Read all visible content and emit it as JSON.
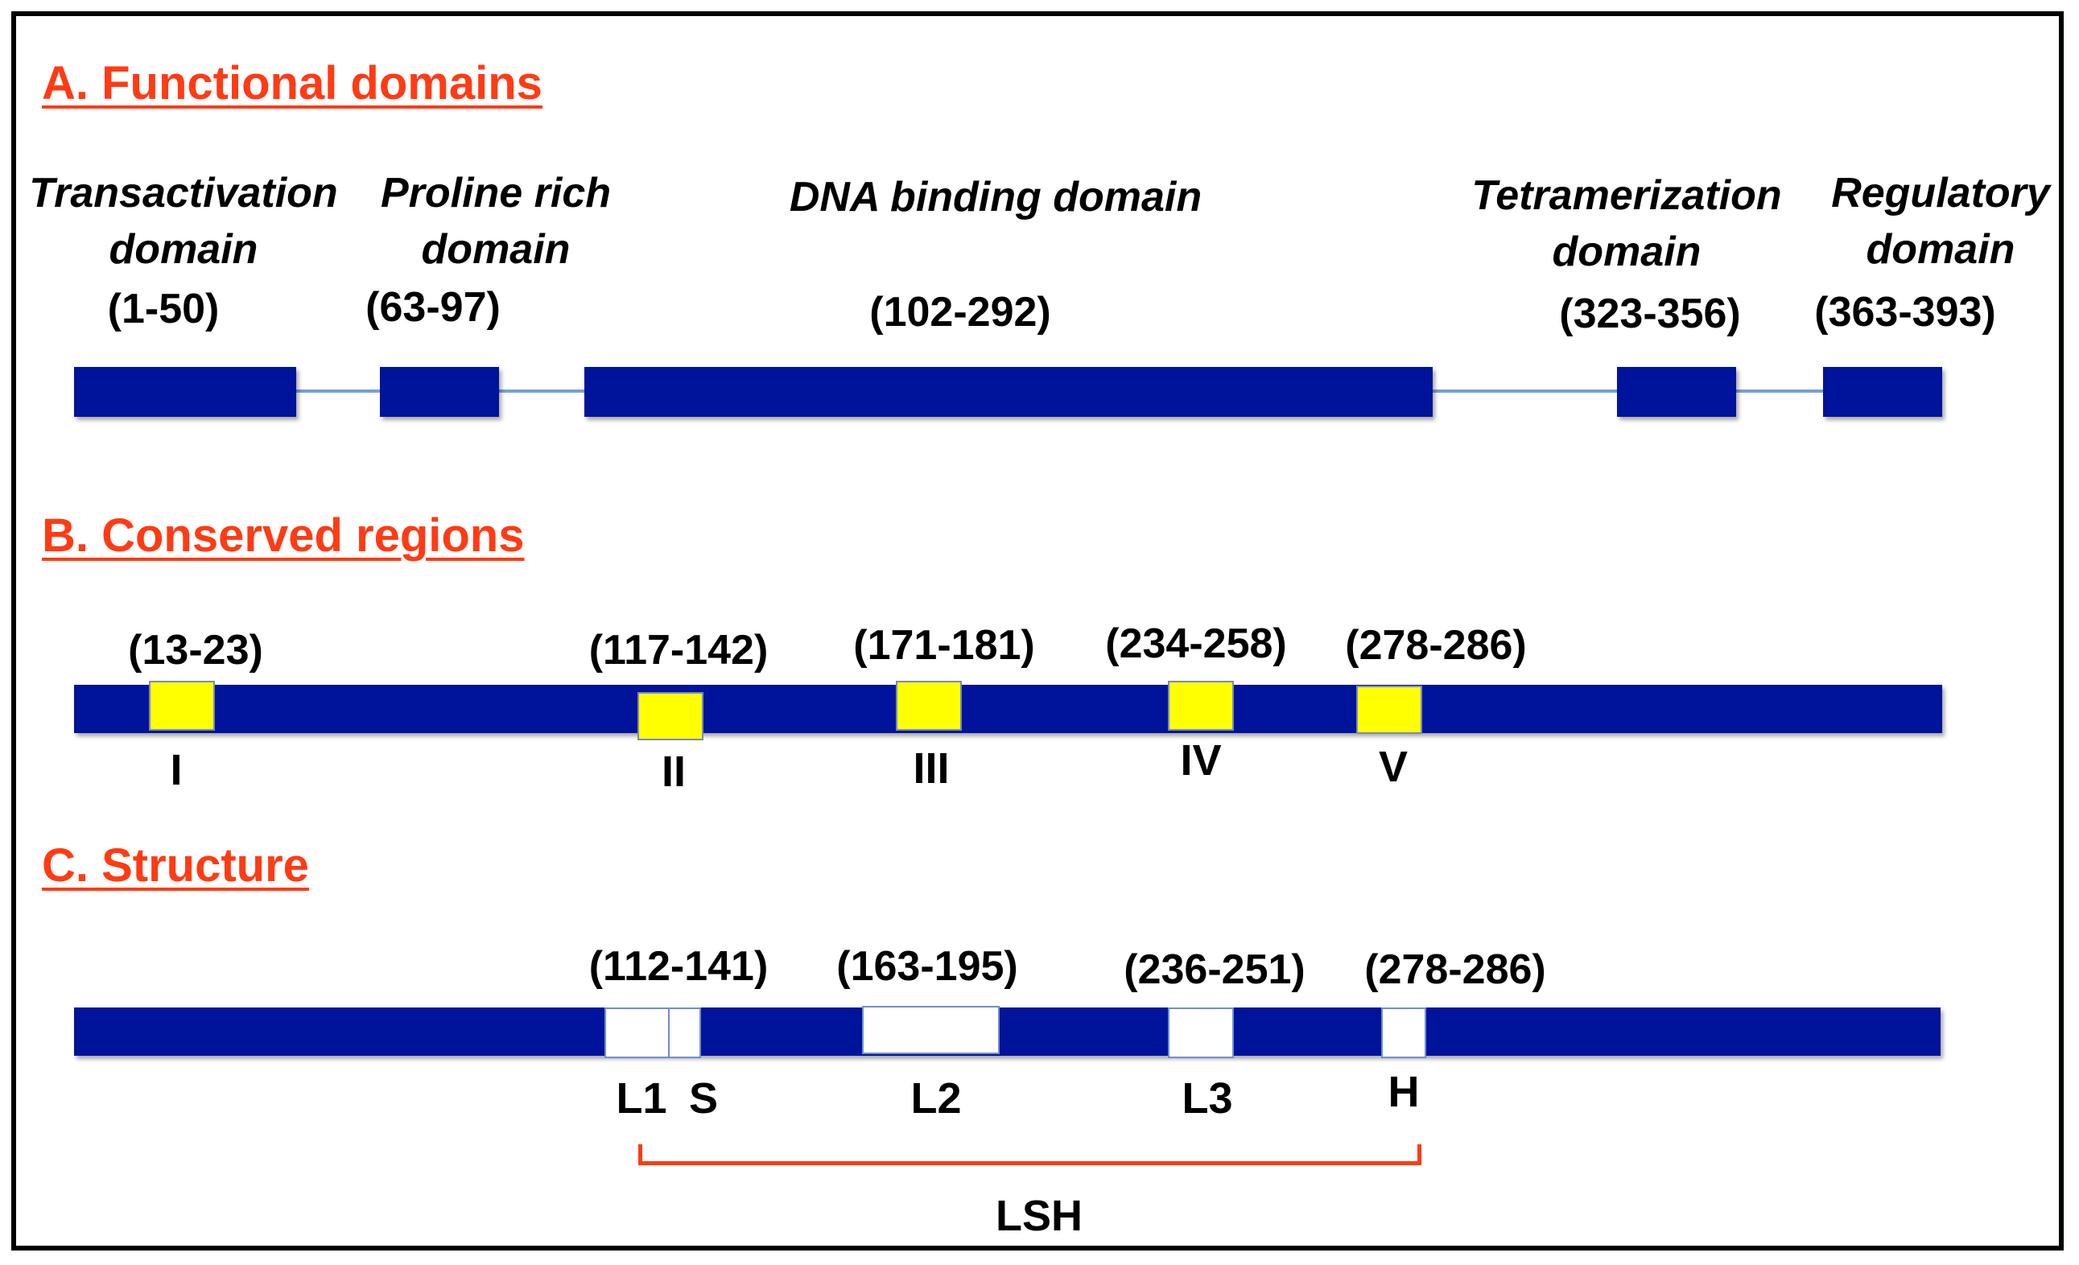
{
  "colors": {
    "heading": "#ff3b14",
    "domain_block": "#00139b",
    "linker": "#7aa0d6",
    "conserved": "#ffff00",
    "structure_gap": "#ffffff"
  },
  "sections": {
    "a": {
      "title": "A. Functional domains",
      "domains": [
        {
          "line1": "Transactivation",
          "line2": "domain",
          "range": "(1-50)"
        },
        {
          "line1": "Proline rich",
          "line2": "domain",
          "range": "(63-97)"
        },
        {
          "line1": "DNA binding domain",
          "line2": "",
          "range": "(102-292)"
        },
        {
          "line1": "Tetramerization",
          "line2": "domain",
          "range": "(323-356)"
        },
        {
          "line1": "Regulatory",
          "line2": "domain",
          "range": "(363-393)"
        }
      ]
    },
    "b": {
      "title": "B. Conserved regions",
      "regions": [
        {
          "range": "(13-23)",
          "label": "I"
        },
        {
          "range": "(117-142)",
          "label": "II"
        },
        {
          "range": "(171-181)",
          "label": "III"
        },
        {
          "range": "(234-258)",
          "label": "IV"
        },
        {
          "range": "(278-286)",
          "label": "V"
        }
      ]
    },
    "c": {
      "title": "C. Structure",
      "ranges": [
        "(112-141)",
        "(163-195)",
        "(236-251)",
        "(278-286)"
      ],
      "labels": [
        "L1",
        "S",
        "L2",
        "L3",
        "H"
      ],
      "bracket_label": "LSH"
    }
  }
}
